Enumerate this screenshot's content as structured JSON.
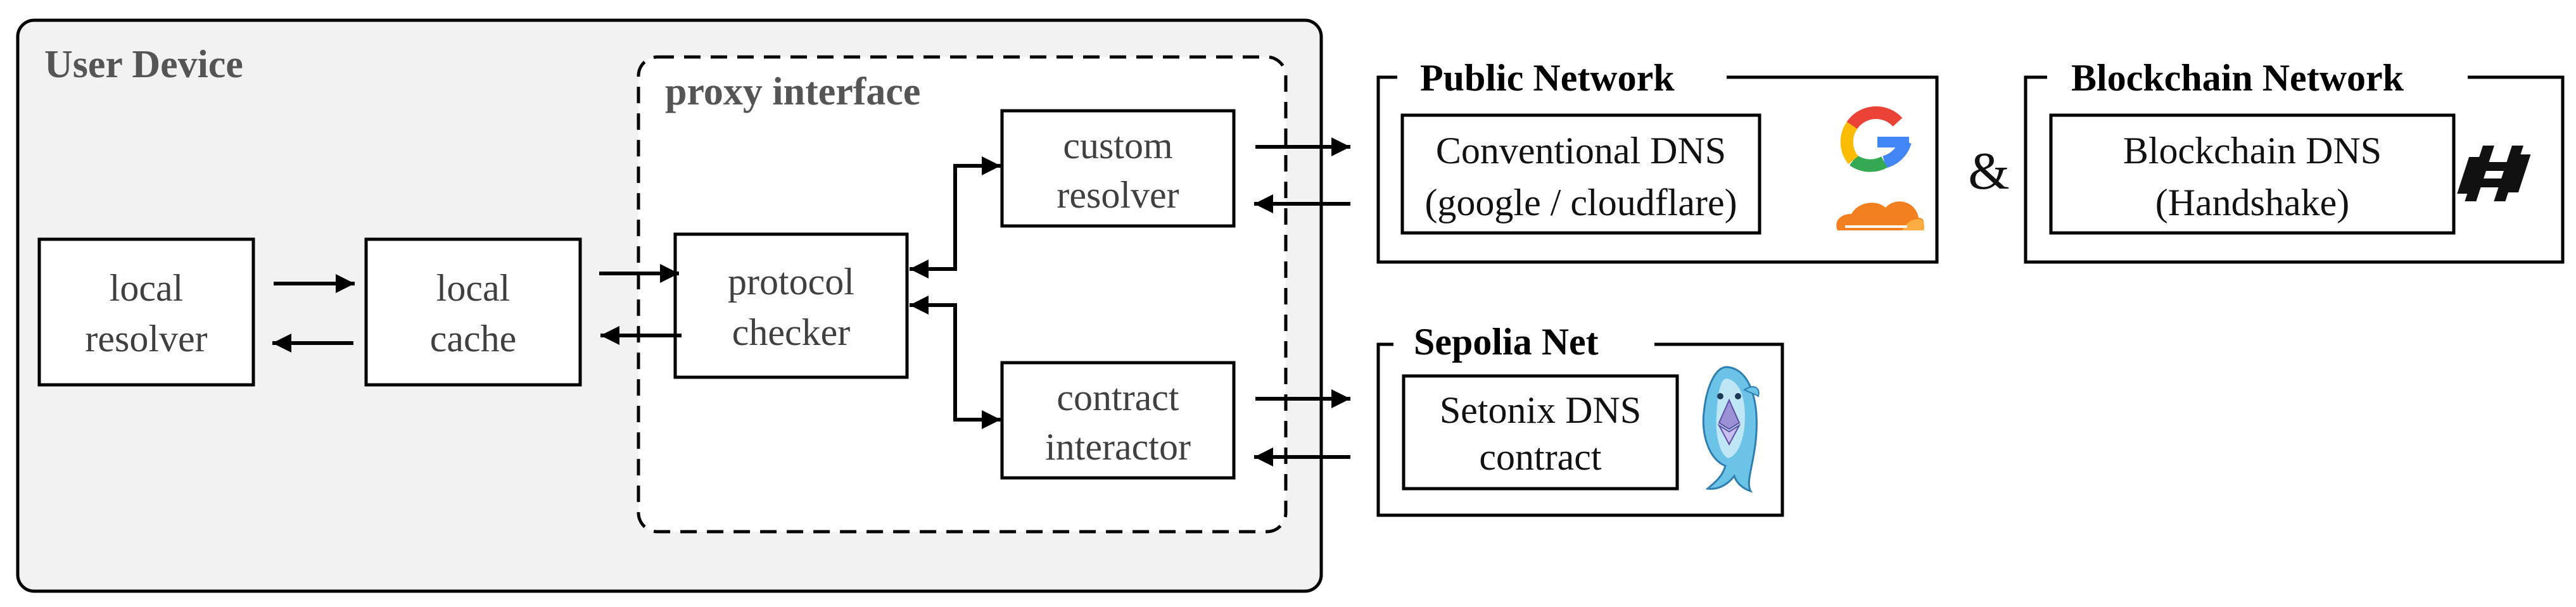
{
  "user_device": {
    "title": "User Device",
    "local_resolver": [
      "local",
      "resolver"
    ],
    "local_cache": [
      "local",
      "cache"
    ]
  },
  "proxy_interface": {
    "title": "proxy interface",
    "protocol_checker": [
      "protocol",
      "checker"
    ],
    "custom_resolver": [
      "custom",
      "resolver"
    ],
    "contract_interactor": [
      "contract",
      "interactor"
    ]
  },
  "public_network": {
    "title": "Public Network",
    "conventional_dns": [
      "Conventional DNS",
      "(google / cloudflare)"
    ],
    "logos": [
      "google-logo",
      "cloudflare-logo"
    ]
  },
  "connector": {
    "symbol": "&"
  },
  "blockchain_network": {
    "title": "Blockchain Network",
    "blockchain_dns": [
      "Blockchain DNS",
      "(Handshake)"
    ],
    "logos": [
      "handshake-logo"
    ]
  },
  "sepolia_net": {
    "title": "Sepolia Net",
    "setonix_contract": [
      "Setonix DNS",
      "contract"
    ],
    "logos": [
      "dolphin-ethereum-mascot"
    ]
  },
  "colors": {
    "device_fill": "#f2f2f2",
    "stroke": "#000000",
    "title_gray": "#555555",
    "google_blue": "#4285F4",
    "google_red": "#EA4335",
    "google_yellow": "#FBBC05",
    "google_green": "#34A853",
    "cloudflare_orange": "#F38020",
    "dolphin_blue": "#5BB8E0"
  }
}
